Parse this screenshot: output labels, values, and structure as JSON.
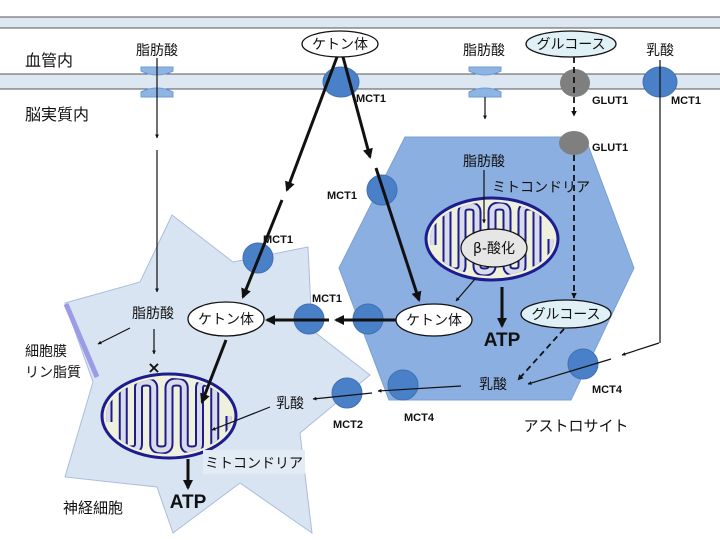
{
  "regions": {
    "blood": "血管内",
    "brain": "脳実質内"
  },
  "vessel": {
    "fatty_acid_1": "脂肪酸",
    "ketone": "ケトン体",
    "fatty_acid_2": "脂肪酸",
    "glucose": "グルコース",
    "lactate": "乳酸",
    "mct1_ketone": "MCT1",
    "glut1": "GLUT1",
    "mct1_lactate": "MCT1"
  },
  "astrocyte": {
    "name": "アストロサイト",
    "glut1": "GLUT1",
    "fatty_acid": "脂肪酸",
    "mitochondria": "ミトコンドリア",
    "beta_oxidation": "β-酸化",
    "mct1_top": "MCT1",
    "ketone": "ケトン体",
    "atp": "ATP",
    "glucose": "グルコース",
    "lactate": "乳酸",
    "mct4_right": "MCT4",
    "mct4_left": "MCT4"
  },
  "neuron": {
    "name": "神経細胞",
    "mct1_top": "MCT1",
    "mct1_side": "MCT1",
    "fatty_acid": "脂肪酸",
    "ketone": "ケトン体",
    "membrane_line1": "細胞膜",
    "membrane_line2": "リン脂質",
    "blocked_mark": "×",
    "lactate": "乳酸",
    "mct2": "MCT2",
    "mitochondria": "ミトコンドリア",
    "atp": "ATP"
  },
  "colors": {
    "vessel_band": "#dce7f2",
    "transporter": "#4a80c8",
    "channel": "#8db4e3",
    "glut": "#7f7f7f",
    "astrocyte": "#8aafe0",
    "neuron": "#d9e4f2",
    "mito_outline": "#1c1c8e",
    "membrane_lipid": "#9b9be6"
  }
}
